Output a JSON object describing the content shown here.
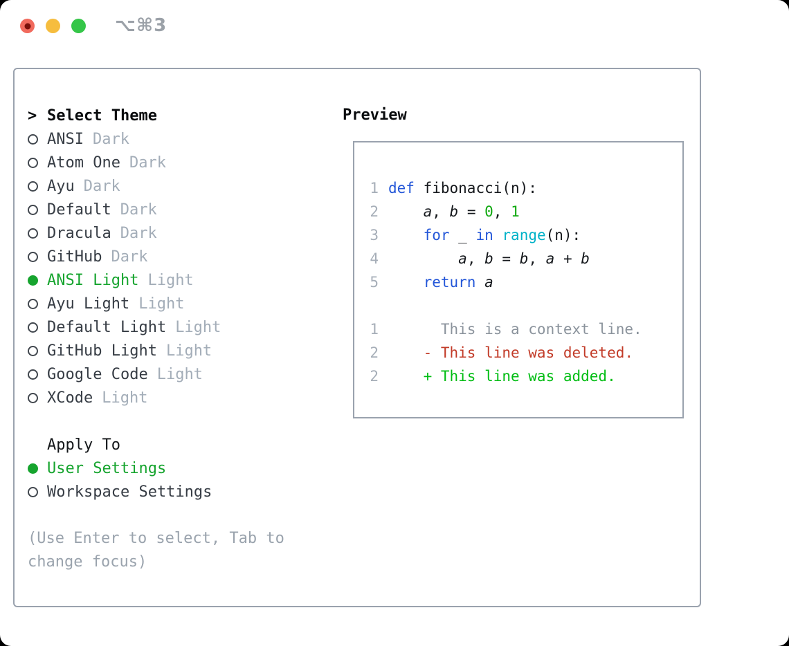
{
  "window": {
    "shortcut": "⌥⌘3",
    "traffic_lights": {
      "red": "#f16a5d",
      "red_dot": "#7a100a",
      "yellow": "#f6bd3e",
      "green": "#35c648"
    }
  },
  "theme_picker": {
    "prompt": ">",
    "title": "Select Theme",
    "items": [
      {
        "name": "ANSI",
        "variant": "Dark",
        "selected": false
      },
      {
        "name": "Atom One",
        "variant": "Dark",
        "selected": false
      },
      {
        "name": "Ayu",
        "variant": "Dark",
        "selected": false
      },
      {
        "name": "Default",
        "variant": "Dark",
        "selected": false
      },
      {
        "name": "Dracula",
        "variant": "Dark",
        "selected": false
      },
      {
        "name": "GitHub",
        "variant": "Dark",
        "selected": false
      },
      {
        "name": "ANSI Light",
        "variant": "Light",
        "selected": true
      },
      {
        "name": "Ayu Light",
        "variant": "Light",
        "selected": false
      },
      {
        "name": "Default Light",
        "variant": "Light",
        "selected": false
      },
      {
        "name": "GitHub Light",
        "variant": "Light",
        "selected": false
      },
      {
        "name": "Google Code",
        "variant": "Light",
        "selected": false
      },
      {
        "name": "XCode",
        "variant": "Light",
        "selected": false
      }
    ],
    "apply_to": {
      "title": "Apply To",
      "options": [
        {
          "name": "User Settings",
          "selected": true
        },
        {
          "name": "Workspace Settings",
          "selected": false
        }
      ]
    },
    "hint": "(Use Enter to select, Tab to change focus)"
  },
  "preview": {
    "title": "Preview",
    "lines": [
      {
        "num": "1",
        "tokens": [
          {
            "t": "def",
            "c": "kw"
          },
          {
            "t": " fibonacci(n):",
            "c": "pl"
          }
        ]
      },
      {
        "num": "2",
        "tokens": [
          {
            "t": "    ",
            "c": "pl"
          },
          {
            "t": "a",
            "c": "v"
          },
          {
            "t": ", ",
            "c": "pl"
          },
          {
            "t": "b",
            "c": "v"
          },
          {
            "t": " = ",
            "c": "pl"
          },
          {
            "t": "0",
            "c": "nu"
          },
          {
            "t": ", ",
            "c": "pl"
          },
          {
            "t": "1",
            "c": "nu"
          }
        ]
      },
      {
        "num": "3",
        "tokens": [
          {
            "t": "    ",
            "c": "pl"
          },
          {
            "t": "for",
            "c": "kw"
          },
          {
            "t": " _ ",
            "c": "pl"
          },
          {
            "t": "in",
            "c": "kw"
          },
          {
            "t": " ",
            "c": "pl"
          },
          {
            "t": "range",
            "c": "bi"
          },
          {
            "t": "(n):",
            "c": "pl"
          }
        ]
      },
      {
        "num": "4",
        "tokens": [
          {
            "t": "        ",
            "c": "pl"
          },
          {
            "t": "a",
            "c": "v"
          },
          {
            "t": ", ",
            "c": "pl"
          },
          {
            "t": "b",
            "c": "v"
          },
          {
            "t": " = ",
            "c": "pl"
          },
          {
            "t": "b",
            "c": "v"
          },
          {
            "t": ", ",
            "c": "pl"
          },
          {
            "t": "a",
            "c": "v"
          },
          {
            "t": " + ",
            "c": "pl"
          },
          {
            "t": "b",
            "c": "v"
          }
        ]
      },
      {
        "num": "5",
        "tokens": [
          {
            "t": "    ",
            "c": "pl"
          },
          {
            "t": "return",
            "c": "kw"
          },
          {
            "t": " ",
            "c": "pl"
          },
          {
            "t": "a",
            "c": "v"
          }
        ]
      },
      {
        "num": "",
        "tokens": []
      },
      {
        "num": "1",
        "tokens": [
          {
            "t": "      This is a context line.",
            "c": "ctx"
          }
        ]
      },
      {
        "num": "2",
        "tokens": [
          {
            "t": "    - This line was deleted.",
            "c": "del"
          }
        ]
      },
      {
        "num": "2",
        "tokens": [
          {
            "t": "    + This line was added.",
            "c": "add"
          }
        ]
      }
    ]
  },
  "colors": {
    "accent_green": "#16a42e",
    "keyword_blue": "#2356d8",
    "builtin_cyan": "#00b2c8",
    "number_green": "#0fa80f",
    "diff_added_green": "#00bd13",
    "diff_deleted_red": "#c23b28",
    "muted_gray": "#9aa3ad",
    "border_gray": "#9aa2ae"
  }
}
